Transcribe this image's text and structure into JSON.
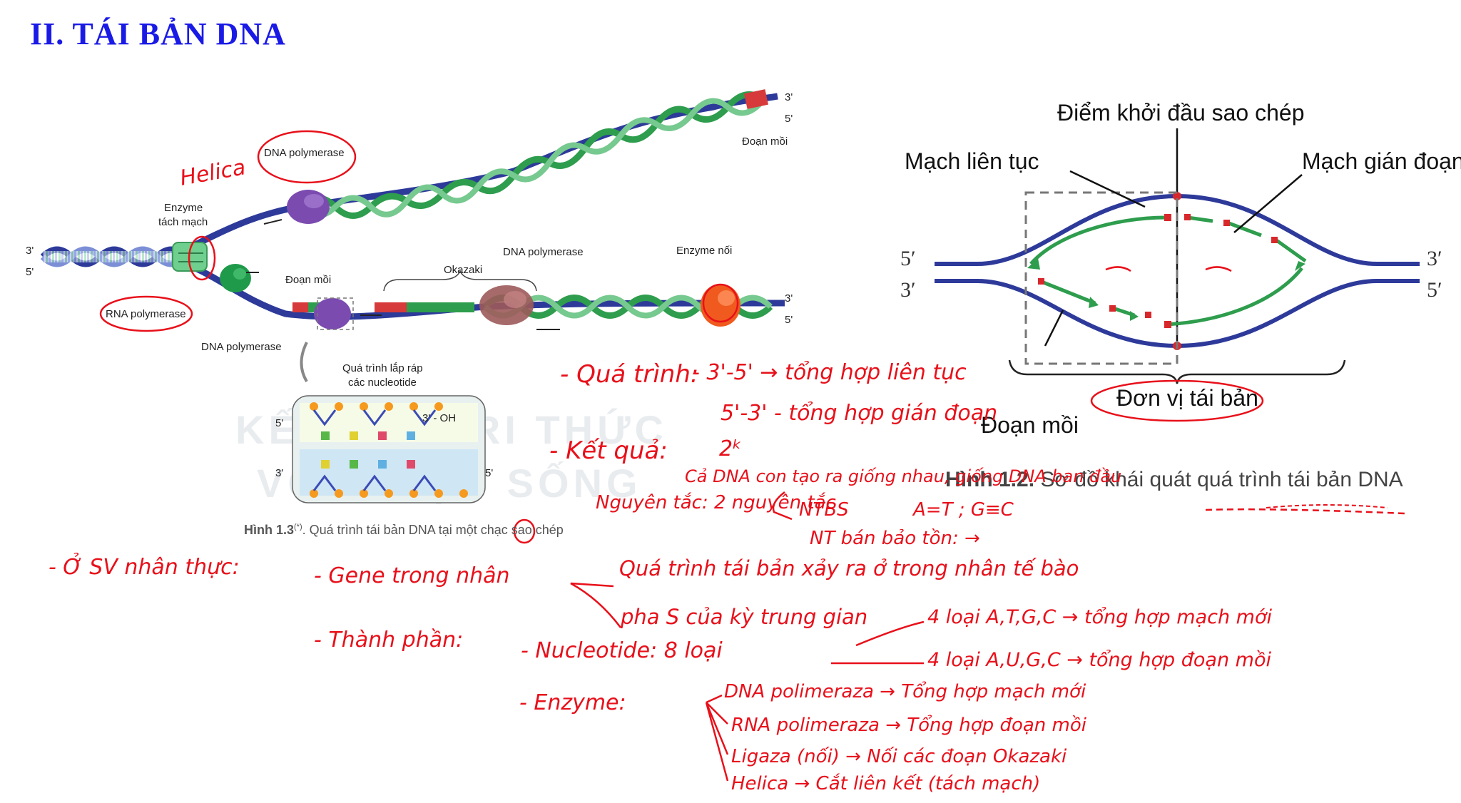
{
  "page": {
    "title": "II. TÁI BẢN DNA"
  },
  "figure_left": {
    "watermark_line1": "KẾT NỐI TRI THỨC",
    "watermark_line2": "VỚI CUỘC SỐNG",
    "labels": {
      "dna_polymerase_top": "DNA polymerase",
      "enzyme_tach_mach_1": "Enzyme",
      "enzyme_tach_mach_2": "tách mạch",
      "doan_moi_top": "Đoạn mồi",
      "doan_moi_mid": "Đoạn mồi",
      "okazaki": "Okazaki",
      "dna_polymerase_mid": "DNA polymerase",
      "enzyme_noi": "Enzyme nối",
      "rna_polymerase": "RNA polymerase",
      "dna_polymerase_bottom": "DNA polymerase",
      "assembly_1": "Quá trình lắp ráp",
      "assembly_2": "các nucleotide",
      "oh": "3' - OH",
      "p3_top": "3'",
      "p5_top": "5'",
      "p3_left": "3'",
      "p5_left": "5'",
      "p3_right": "3'",
      "p5_right": "5'",
      "p5_inset": "5'",
      "p3_inset": "3'",
      "p5_inset_r": "5'"
    },
    "caption_bold": "Hình 1.3",
    "caption_sup": "(*)",
    "caption_rest": ". Quá trình tái bản DNA tại một chạc sao chép"
  },
  "figure_right": {
    "labels": {
      "origin": "Điểm khởi đầu sao chép",
      "leading": "Mạch liên tục",
      "lagging": "Mạch gián đoạn",
      "primer": "Đoạn mồi",
      "unit": "Đơn vị tái bản",
      "p5_left": "5′",
      "p3_left": "3′",
      "p3_right": "3′",
      "p5_right": "5′"
    },
    "caption_bold": "Hình 1.2.",
    "caption_rest": " Sơ đồ khái quát quá trình tái bản DNA"
  },
  "annotations": {
    "helica_tag": "Helica",
    "qua_trinh": "- Quá trình:",
    "qt_line1": "- 3'-5' → tổng hợp liên tục",
    "qt_line2": "5'-3' - tổng hợp gián đoạn",
    "ket_qua": "- Kết quả:",
    "kq_2k": "2ᵏ",
    "kq_line1": "Cả DNA con tạo ra giống nhau, giống DNA ban đầu",
    "ng_tac": "Nguyên tắc: 2 nguyên tắc",
    "ntbs": "NTBS",
    "atgc": "A=T ; G≡C",
    "ntbbt": "NT bán bảo tồn: →",
    "dk": "- Ở SV nhân thực:",
    "gene": "- Gene trong nhân",
    "qt_xay_ra": "Quá trình tái bản xảy ra ở trong nhân tế bào",
    "pha_s": "pha S của kỳ trung gian",
    "thanh_phan": "- Thành phần:",
    "nucleotide": "- Nucleotide: 8 loại",
    "nu_4a": "4 loại A,T,G,C → tổng hợp mạch mới",
    "nu_4b": "4 loại A,U,G,C → tổng hợp đoạn mồi",
    "enzyme": "- Enzyme:",
    "e1": "DNA polimeraza → Tổng hợp mạch mới",
    "e2": "RNA polimeraza → Tổng hợp đoạn mồi",
    "e3": "Ligaza (nối) → Nối các đoạn Okazaki",
    "e4": "Helica → Cắt liên kết (tách mạch)"
  }
}
